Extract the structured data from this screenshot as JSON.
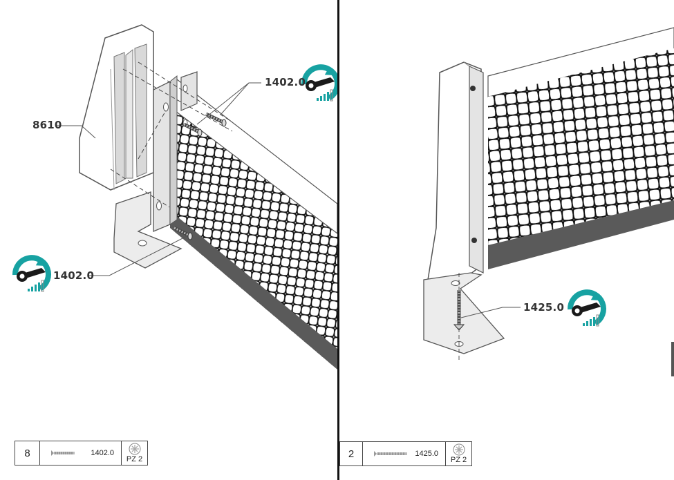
{
  "left_panel": {
    "part_labels": [
      "8610",
      "1402.0",
      "1402.0"
    ],
    "legend": {
      "quantity": "8",
      "screw_code": "1402.0",
      "driver": "PZ 2"
    }
  },
  "right_panel": {
    "part_labels": [
      "1425.0"
    ],
    "legend": {
      "quantity": "2",
      "screw_code": "1425.0",
      "driver": "PZ 2"
    }
  },
  "icons": {
    "tighten": "screwdriver-rotate-icon",
    "accent_color": "#17a2a2"
  }
}
